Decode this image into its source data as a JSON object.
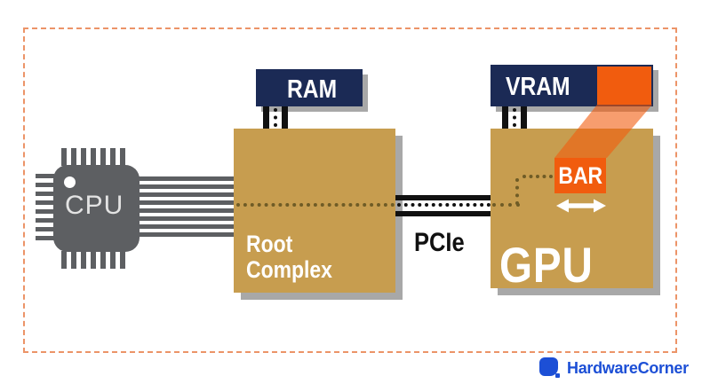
{
  "labels": {
    "cpu": "CPU",
    "root_complex_line1": "Root",
    "root_complex_line2": "Complex",
    "ram": "RAM",
    "vram": "VRAM",
    "gpu": "GPU",
    "pcie": "PCIe",
    "bar": "BAR"
  },
  "footer": {
    "brand": "HardwareCorner"
  },
  "icons": {
    "cpu_chip": "microchip-with-pins",
    "resize_arrow": "horizontal-double-headed-arrow",
    "brand_mark": "blue-rounded-square-chip",
    "data_path": "dotted-line",
    "memory_link": "double-bar-bus-connector"
  },
  "colors": {
    "box_gold": "#c79d4f",
    "label_navy": "#1b2a55",
    "accent_orange": "#f15c0e",
    "beam_orange": "rgba(241,92,14,0.6)",
    "chip_gray": "#5d5f62",
    "shadow_gray": "#a8a8a8",
    "frame_dash": "#ec9468",
    "path_dot_brown": "#6f5c26",
    "brand_blue": "#1c4fd6"
  }
}
